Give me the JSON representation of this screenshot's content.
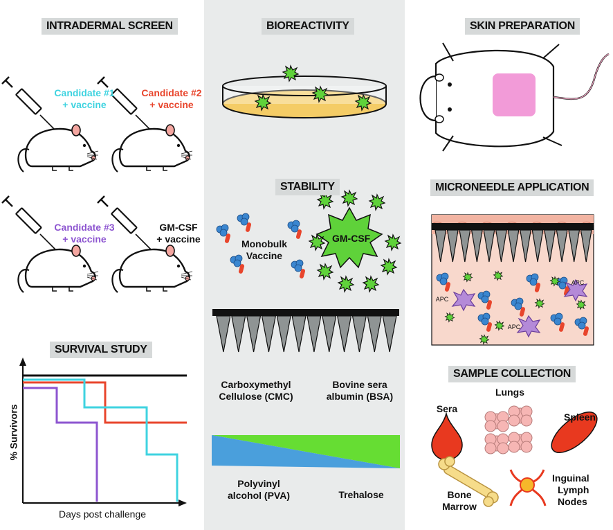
{
  "sections": {
    "intradermal_screen": "INTRADERMAL SCREEN",
    "bioreactivity": "BIOREACTIVITY",
    "skin_preparation": "SKIN PREPARATION",
    "stability": "STABILITY",
    "microneedle_application": "MICRONEEDLE APPLICATION",
    "survival_study": "SURVIVAL STUDY",
    "sample_collection": "SAMPLE COLLECTION"
  },
  "candidates": [
    {
      "line1": "Candidate #1",
      "line2": "+ vaccine",
      "color": "#3fd3e0"
    },
    {
      "line1": "Candidate #2",
      "line2": "+ vaccine",
      "color": "#e8452c"
    },
    {
      "line1": "Candidate #3",
      "line2": "+ vaccine",
      "color": "#8d55d0"
    },
    {
      "line1": "GM-CSF",
      "line2": "+ vaccine",
      "color": "#111111"
    }
  ],
  "survival": {
    "ylabel": "% Survivors",
    "xlabel": "Days post challenge",
    "series_colors": [
      "#111111",
      "#e8452c",
      "#3fd3e0",
      "#8d55d0"
    ]
  },
  "stability": {
    "monobulk_line1": "Monobulk",
    "monobulk_line2": "Vaccine",
    "gmcsf": "GM-CSF",
    "cmc_line1": "Carboxymethyl",
    "cmc_line2": "Cellulose (CMC)",
    "bsa_line1": "Bovine sera",
    "bsa_line2": "albumin (BSA)",
    "pva_line1": "Polyvinyl",
    "pva_line2": "alcohol (PVA)",
    "trehalose": "Trehalose"
  },
  "microneedle": {
    "apc": "APC"
  },
  "samples": {
    "sera": "Sera",
    "lungs": "Lungs",
    "spleen": "Spleen",
    "bone_line1": "Bone",
    "bone_line2": "Marrow",
    "lymph_line1": "Inguinal",
    "lymph_line2": "Lymph",
    "lymph_line3": "Nodes"
  },
  "colors": {
    "virus_green": "#5fd23a",
    "antigen_blue": "#3a86d0",
    "antigen_red": "#e8452c",
    "apc_purple": "#b48ad8",
    "skin_pink": "#f4a6a0",
    "organ_red": "#e8391f",
    "lung_pink": "#f6b6b4",
    "bone_yellow": "#f6dc8a",
    "panel_gray": "#e9ebeb",
    "header_gray": "#d6d9d9"
  }
}
